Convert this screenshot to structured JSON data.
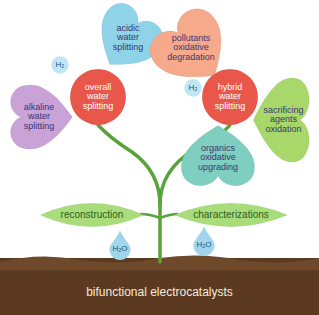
{
  "diagram": {
    "nodes": [
      {
        "text": [
          "acidic water splitting"
        ]
      },
      {
        "text": [
          "pollutants oxidative degradation"
        ]
      },
      {
        "text": [
          "H₂"
        ]
      },
      {
        "text": [
          "overall water splitting"
        ]
      },
      {
        "text": [
          "alkaline water splitting"
        ]
      },
      {
        "text": [
          "H₂"
        ]
      },
      {
        "text": [
          "hybrid water splitting"
        ]
      },
      {
        "text": [
          "sacrificing agents oxidation"
        ]
      },
      {
        "text": [
          "organics oxidative upgrading"
        ]
      },
      {
        "text": [
          "reconstruction"
        ]
      },
      {
        "text": [
          "characterizations"
        ]
      },
      {
        "text": [
          "H₂O"
        ]
      },
      {
        "text": [
          "H₂O"
        ]
      },
      {
        "text": [
          "bifunctional electrocatalysts"
        ]
      }
    ]
  }
}
